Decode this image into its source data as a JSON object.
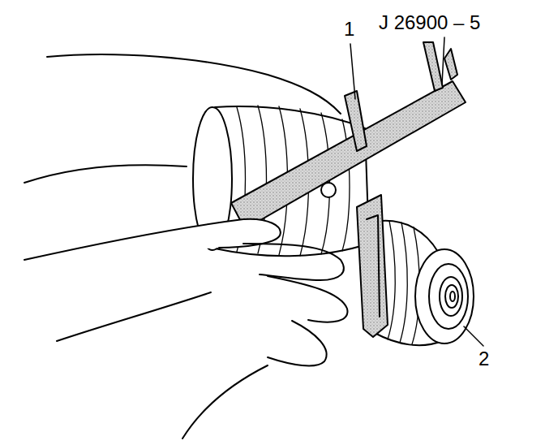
{
  "diagram": {
    "labels": [
      "1",
      "J 26900 – 5",
      "2"
    ]
  }
}
